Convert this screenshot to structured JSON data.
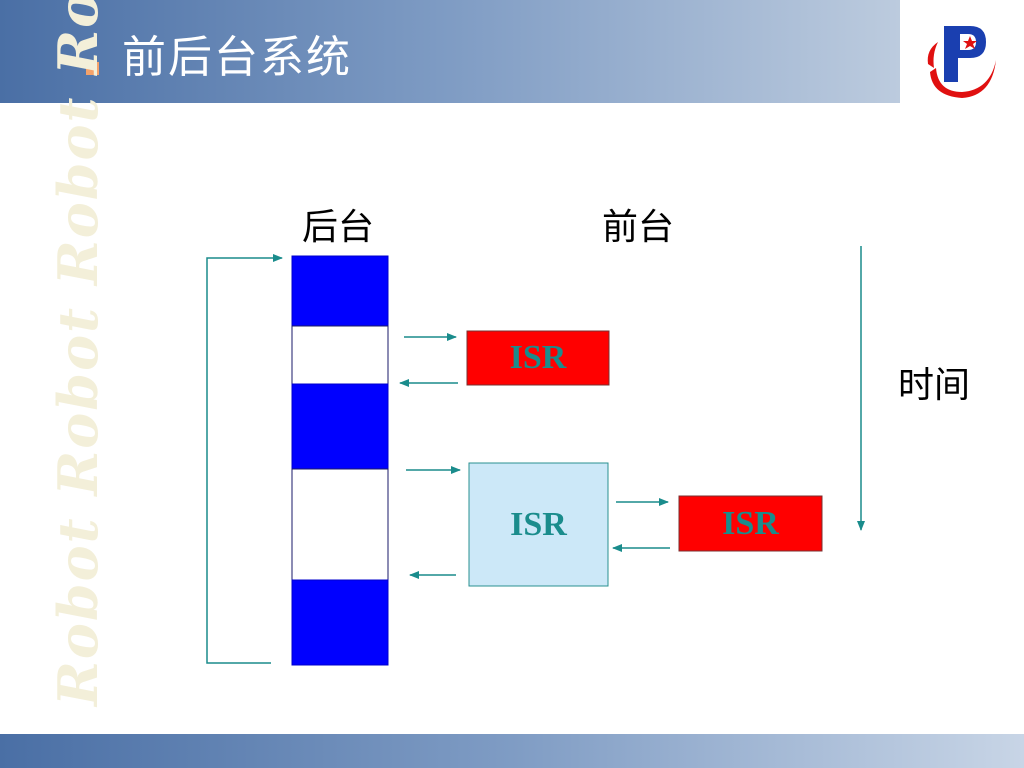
{
  "header": {
    "title": "前后台系统",
    "bullet_color": "#f4a26a"
  },
  "logo": {
    "icon": "university-logo"
  },
  "watermark": {
    "text": "Robot  Robot  Robot  Rob"
  },
  "diagram": {
    "background_label": "后台",
    "foreground_label": "前台",
    "time_label": "时间",
    "isr_top": "ISR",
    "isr_middle": "ISR",
    "isr_right": "ISR",
    "colors": {
      "task_block": "#0000ff",
      "isr_red": "#ff0000",
      "isr_light": "#cce8f8",
      "arrow": "#1a8c8c",
      "isr_text": "#1a8c8c"
    }
  }
}
